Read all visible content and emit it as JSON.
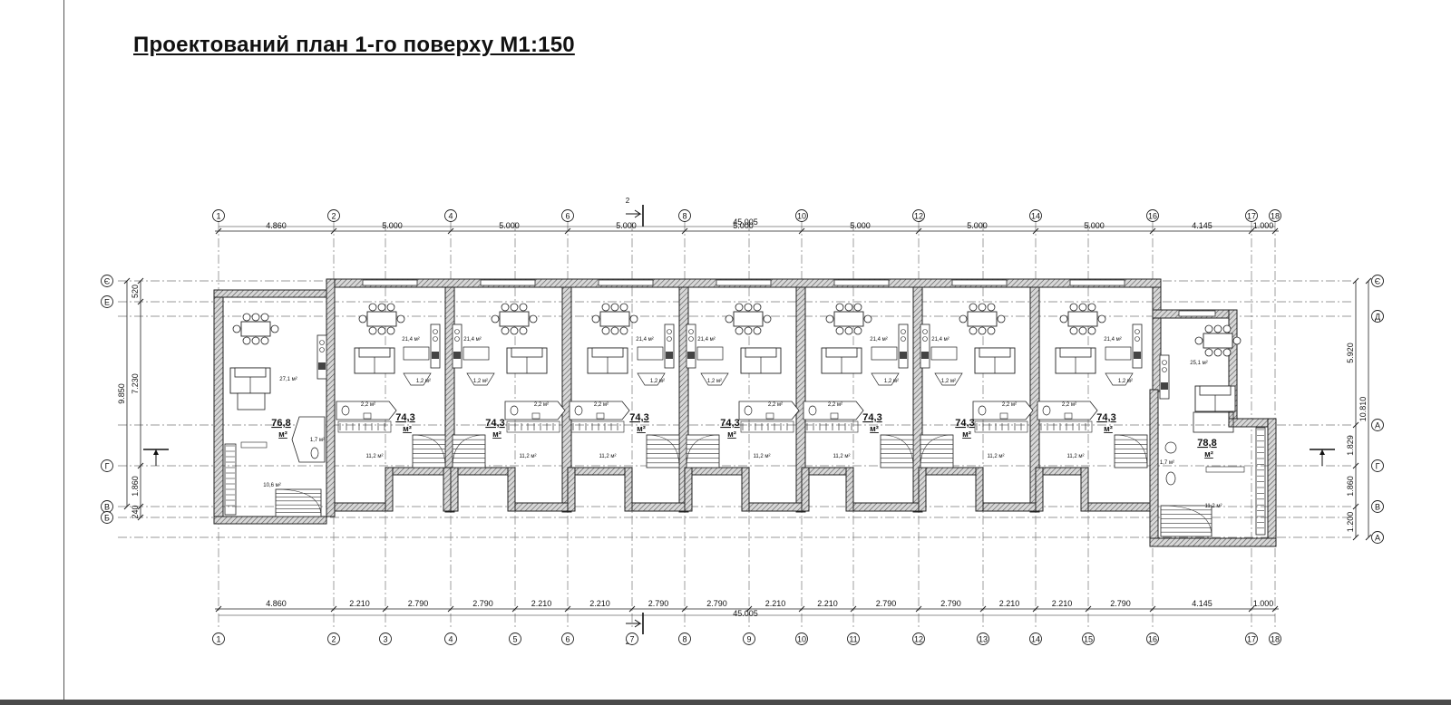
{
  "title": "Проектований план 1-го поверху М1:150",
  "section_marker": "2",
  "axis_top": [
    "1",
    "2",
    "4",
    "6",
    "8",
    "10",
    "12",
    "14",
    "16",
    "17",
    "18"
  ],
  "axis_bottom": [
    "1",
    "2",
    "3",
    "4",
    "5",
    "6",
    "7",
    "8",
    "9",
    "10",
    "11",
    "12",
    "13",
    "14",
    "15",
    "16",
    "17",
    "18"
  ],
  "rows_left": [
    "Є",
    "Е",
    "Г",
    "В",
    "Б"
  ],
  "rows_right": [
    "Є",
    "Д",
    "А",
    "Г",
    "В",
    "А"
  ],
  "dims_top": [
    "4.860",
    "5.000",
    "5.000",
    "5.000",
    "5.000",
    "5.000",
    "5.000",
    "5.000",
    "4.145",
    "1.000"
  ],
  "dims_bottom": [
    "4.860",
    "2.210",
    "2.790",
    "2.790",
    "2.210",
    "2.210",
    "2.790",
    "2.790",
    "2.210",
    "2.210",
    "2.790",
    "2.790",
    "2.210",
    "2.210",
    "2.790",
    "4.145",
    "1.000"
  ],
  "total_dim": "45.005",
  "dims_left": [
    "520",
    "7.230",
    "1.860",
    "240"
  ],
  "dim_left_total": "9.850",
  "dims_right": [
    "5.920",
    "1.829",
    "1.860",
    "1.200"
  ],
  "dim_right_total": "10.810",
  "unit_areas": [
    "76,8",
    "74,3",
    "74,3",
    "74,3",
    "74,3",
    "74,3",
    "74,3",
    "74,3",
    "78,8"
  ],
  "area_unit": "м²",
  "room_labels": {
    "living_end_left": "27,1 м²",
    "living": "21,4 м²",
    "living_end_right": "25,1 м²",
    "hall_small": "1,2 м²",
    "bath": "2,2 м²",
    "wc": "1,7 м²",
    "entry": "11,2 м²",
    "garage_left": "10,6 м²"
  }
}
